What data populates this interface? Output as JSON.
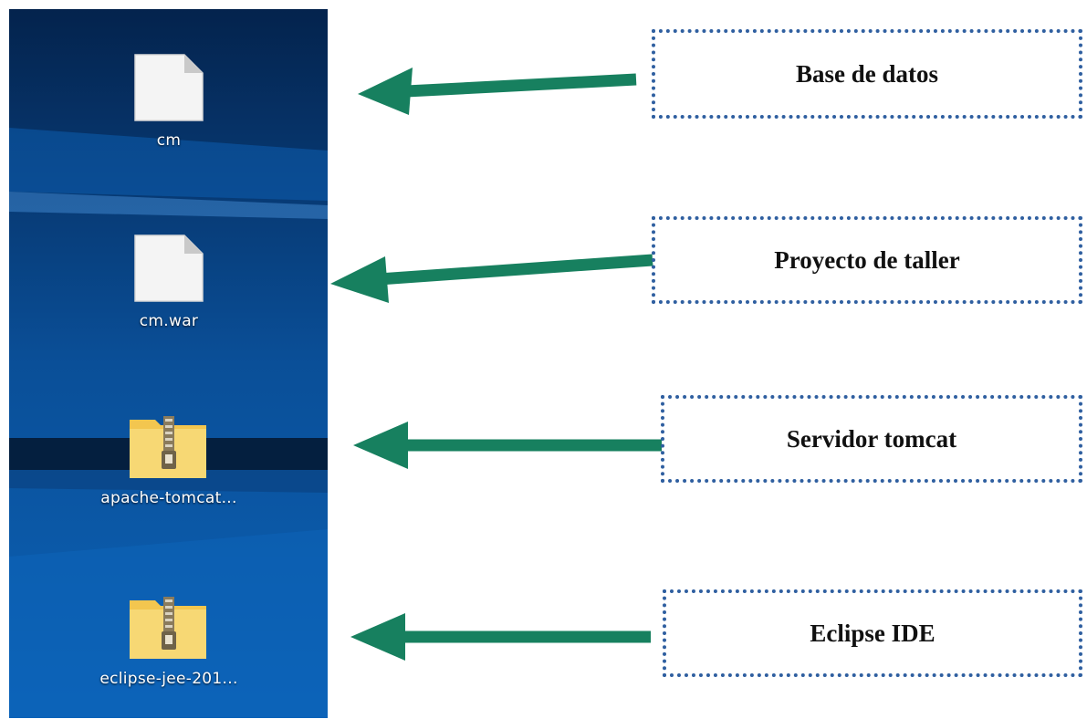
{
  "desktop": {
    "icons": [
      {
        "label": "cm",
        "icon": "blank-file-icon"
      },
      {
        "label": "cm.war",
        "icon": "blank-file-icon"
      },
      {
        "label": "apache-tomcat...",
        "icon": "zip-folder-icon"
      },
      {
        "label": "eclipse-jee-201...",
        "icon": "zip-folder-icon"
      }
    ]
  },
  "callouts": [
    {
      "text": "Base de datos"
    },
    {
      "text": "Proyecto de taller"
    },
    {
      "text": "Servidor tomcat"
    },
    {
      "text": "Eclipse IDE"
    }
  ],
  "colors": {
    "arrow": "#17805f",
    "callout_border": "#2f5fa0",
    "desktop_blue": "#0b5aa6"
  }
}
